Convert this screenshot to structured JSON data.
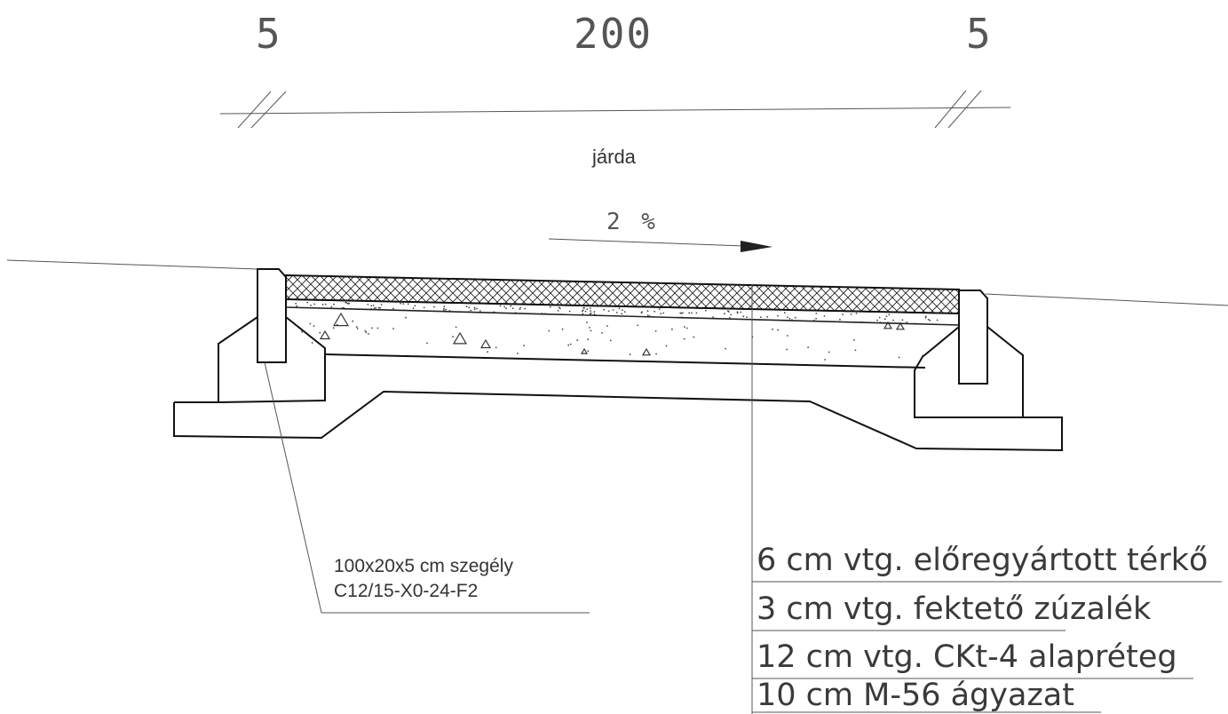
{
  "dimensions": {
    "left": "5",
    "middle": "200",
    "right": "5"
  },
  "section_label": "járda",
  "slope": {
    "value": "2 %"
  },
  "curb_callout": {
    "line1": "100x20x5 cm szegély",
    "line2": "C12/15-X0-24-F2"
  },
  "layers": [
    {
      "label": "6 cm vtg. előregyártott térkő"
    },
    {
      "label": "3 cm vtg. fektető zúzalék"
    },
    {
      "label": "12 cm vtg. CKt-4 alapréteg"
    },
    {
      "label": "10 cm M-56 ágyazat"
    }
  ],
  "colors": {
    "line": "#222222",
    "text": "#333333",
    "dimension_text": "#555555",
    "background": "#ffffff"
  }
}
